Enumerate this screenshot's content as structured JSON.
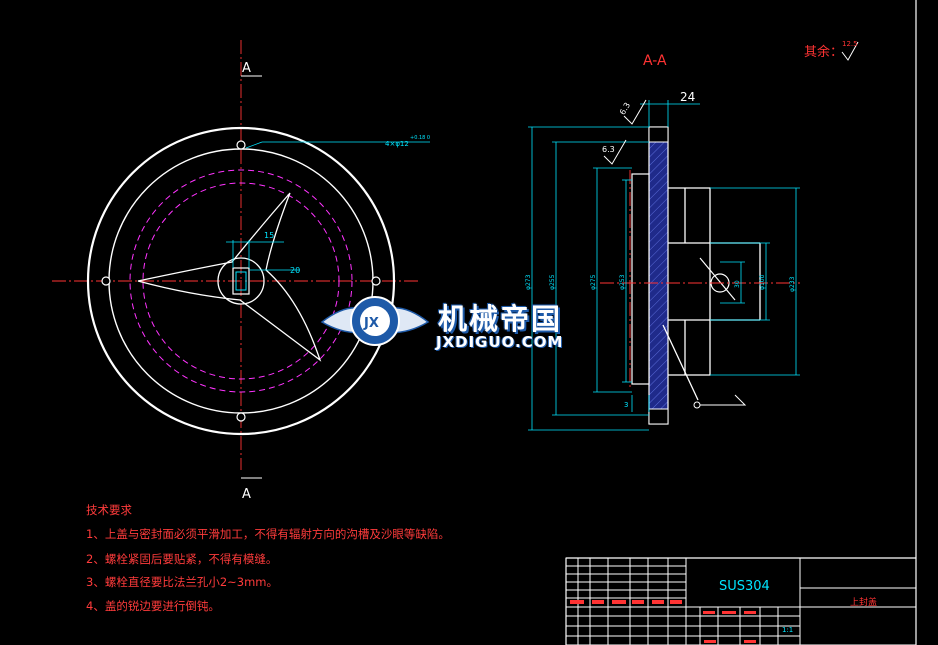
{
  "section_labels": {
    "top": "A",
    "bottom": "A",
    "section_view": "A-A"
  },
  "roughness_note": "其余：",
  "roughness_value": "12.5",
  "dimensions": {
    "hole_pattern": "4×φ12",
    "hole_tol": "+0.18 0",
    "width_15": "15",
    "width_20": "20",
    "thickness_24": "24",
    "rough_1": "6.3",
    "rough_2": "6.3",
    "dia_273": "φ273",
    "dia_255": "φ255",
    "dia_275": "φ275",
    "dia_253": "φ253",
    "dia_30": "30",
    "dia_100": "φ100",
    "dia_233": "φ233",
    "small_3": "3"
  },
  "notes": {
    "title": "技术要求",
    "items": [
      "1、上盖与密封面必须平滑加工，不得有辐射方向的沟槽及沙眼等缺陷。",
      "2、螺栓紧固后要贴紧，不得有模缝。",
      "3、螺栓直径要比法兰孔小2~3mm。",
      "4、盖的锐边要进行倒钝。"
    ]
  },
  "title_block": {
    "material": "SUS304",
    "part_name": "上封盖",
    "scale": "1:1"
  },
  "watermark": {
    "cn": "机械帝国",
    "en": "JXDIGUO.COM",
    "logo": "JX"
  },
  "colors": {
    "background": "#000000",
    "outline": "#ffffff",
    "center_line": "#ff3333",
    "dimension": "#00e5ff",
    "pitch_circle": "#ff33ff",
    "section_fill": "#1f2a8a"
  }
}
